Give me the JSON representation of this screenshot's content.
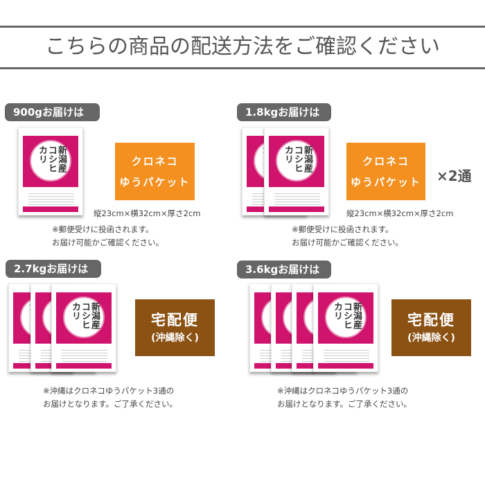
{
  "header": {
    "title": "こちらの商品の配送方法をご確認ください"
  },
  "colors": {
    "label_bg": "#666666",
    "orange": "#f39020",
    "brown": "#8b5214",
    "bag_pink": "#d0136d"
  },
  "product": {
    "bag_name": "新潟産コシヒカリ"
  },
  "options": [
    {
      "label": "900gお届けは",
      "bag_count": 1,
      "method_line1": "クロネコ",
      "method_line2": "ゆうパケット",
      "dimensions": "縦23cm×横32cm×厚さ2cm",
      "note_line1": "※郵便受けに投函されます。",
      "note_line2": "お届け可能かご確認ください。"
    },
    {
      "label": "1.8kgお届けは",
      "bag_count": 2,
      "method_line1": "クロネコ",
      "method_line2": "ゆうパケット",
      "multiplier": "×2通",
      "dimensions": "縦23cm×横32cm×厚さ2cm",
      "note_line1": "※郵便受けに投函されます。",
      "note_line2": "お届け可能かご確認ください。"
    },
    {
      "label": "2.7kgお届けは",
      "bag_count": 3,
      "method_line1": "宅配便",
      "method_line2": "(沖縄除く)",
      "note_line1": "※沖縄はクロネコゆうパケット3通の",
      "note_line2": "お届けとなります。ご了承ください。"
    },
    {
      "label": "3.6kgお届けは",
      "bag_count": 4,
      "method_line1": "宅配便",
      "method_line2": "(沖縄除く)",
      "note_line1": "※沖縄はクロネコゆうパケット3通の",
      "note_line2": "お届けとなります。ご了承ください。"
    }
  ]
}
